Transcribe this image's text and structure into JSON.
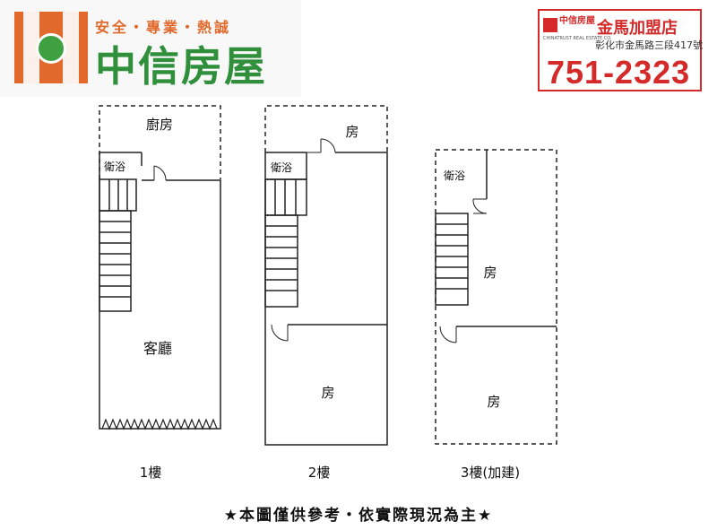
{
  "brand": {
    "slogan": "安全・專業・熱誠",
    "name": "中信房屋",
    "colors": {
      "orange": "#e1692b",
      "green": "#2f8f3a"
    }
  },
  "branch": {
    "logo_text": "中信房屋",
    "logo_en": "CHINATRUST REAL ESTATE CO.",
    "name": "金馬加盟店",
    "address": "彰化市金馬路三段417號",
    "phone": "751-2323",
    "color": "#d42a2a"
  },
  "floors": [
    {
      "label": "1樓",
      "rooms": [
        "廚房",
        "衛浴",
        "客廳"
      ]
    },
    {
      "label": "2樓",
      "rooms": [
        "房",
        "衛浴",
        "房"
      ]
    },
    {
      "label": "3樓(加建)",
      "rooms": [
        "衛浴",
        "房",
        "房"
      ]
    }
  ],
  "footer": {
    "note": "★本圖僅供參考・依實際現況為主★"
  }
}
